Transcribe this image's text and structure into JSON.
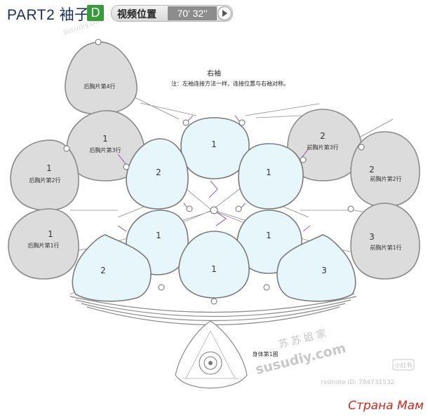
{
  "header": {
    "part_title": "PART2 袖子",
    "part_badge": "D",
    "video_label": "视频位置",
    "video_time": "70' 32''"
  },
  "sleeve": {
    "title": "右袖",
    "note": "注：左袖连接方法一样，连接位置与右袖对称。",
    "motifs": [
      {
        "id": "s-top-left",
        "number": "1"
      },
      {
        "id": "s-top-right",
        "number": "1"
      },
      {
        "id": "s-mid-left",
        "number": "2"
      },
      {
        "id": "s-mid-right",
        "number": "1"
      },
      {
        "id": "s-row2-left",
        "number": "2"
      },
      {
        "id": "s-row2-mid",
        "number": "1"
      },
      {
        "id": "s-row2-right",
        "number": "1"
      },
      {
        "id": "s-bottom-right",
        "number": "3"
      }
    ]
  },
  "back": {
    "motifs": [
      {
        "id": "back-4",
        "number": "",
        "label": "后胸片第4行"
      },
      {
        "id": "back-3",
        "number": "1",
        "label": "后胸片第3行"
      },
      {
        "id": "back-2",
        "number": "1",
        "label": "后胸片第2行"
      },
      {
        "id": "back-1",
        "number": "1",
        "label": "后胸片第1行"
      }
    ]
  },
  "front": {
    "motifs": [
      {
        "id": "front-3",
        "number": "2",
        "label": "前胸片第3行"
      },
      {
        "id": "front-2",
        "number": "2",
        "label": "前胸片第2行"
      },
      {
        "id": "front-1",
        "number": "3",
        "label": "前胸片第1行"
      }
    ]
  },
  "body_motif": {
    "label": "身体第1圈"
  },
  "watermarks": {
    "site_cn": "苏 苏 姐 家",
    "site_url": "susudiy.com",
    "header_url": "susudiy.com",
    "redbook_logo": "小红书",
    "redbook_id": "rednote ID: 784731532",
    "strana": "Страна Мам"
  },
  "colors": {
    "sleeve_fill": "#e6f6fb",
    "body_fill": "#dedede",
    "line": "#777777",
    "accent_purple": "#9a6aa8",
    "strana_red": "#d2271e"
  }
}
